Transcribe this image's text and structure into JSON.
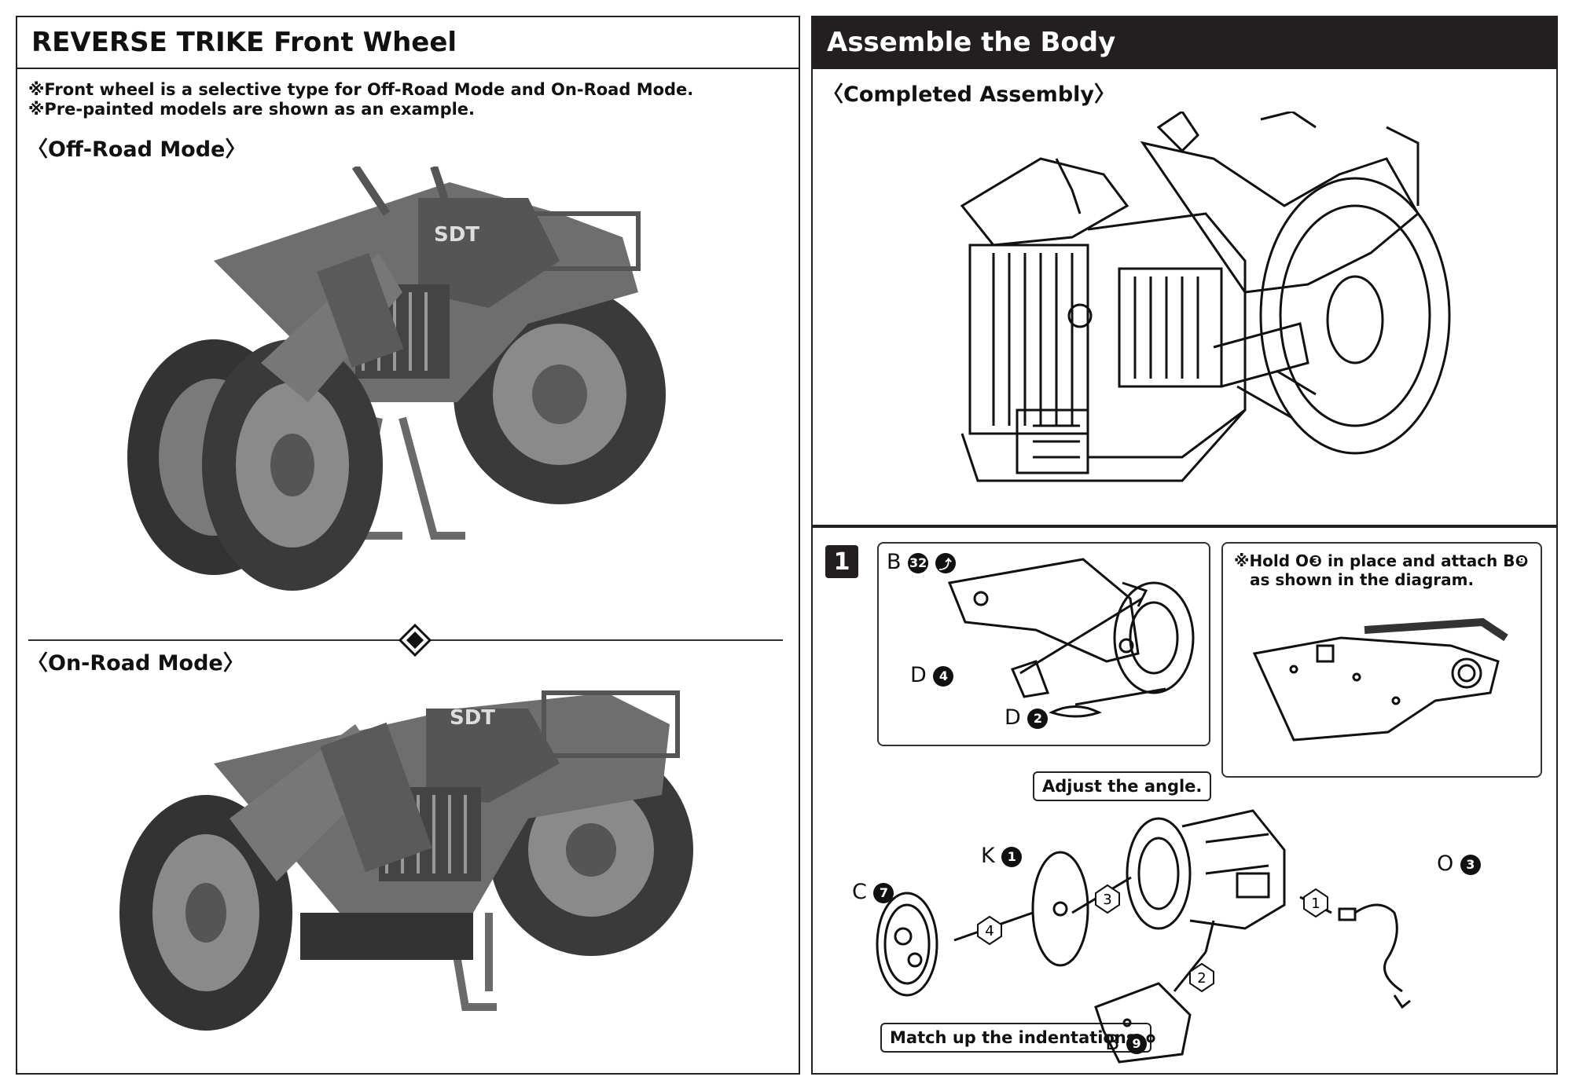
{
  "left": {
    "title": "REVERSE TRIKE Front Wheel",
    "note1": "※Front wheel is a selective type for Off-Road Mode and On-Road Mode.",
    "note2": "※Pre-painted models are shown as an example.",
    "offroad_heading": "〈Off-Road Mode〉",
    "onroad_heading": "〈On-Road Mode〉",
    "tank_brand": "SDT"
  },
  "right_top": {
    "title": "Assemble the Body",
    "subheading": "〈Completed Assembly〉"
  },
  "step1": {
    "number": "1",
    "inset_label_b": "B",
    "inset_num_b": "32",
    "label_d4": "D",
    "num_d4": "4",
    "label_d2": "D",
    "num_d2": "2",
    "hold_note_line1": "※Hold O❸ in place and attach B❾",
    "hold_note_line2": "as shown in the diagram.",
    "adjust_callout": "Adjust the angle.",
    "match_callout": "Match up the indentations.",
    "label_k": "K",
    "num_k": "1",
    "label_c": "C",
    "num_c": "7",
    "label_o": "O",
    "num_o": "3",
    "label_b9": "B",
    "num_b9": "9",
    "seq1": "1",
    "seq2": "2",
    "seq3": "3",
    "seq4": "4"
  }
}
